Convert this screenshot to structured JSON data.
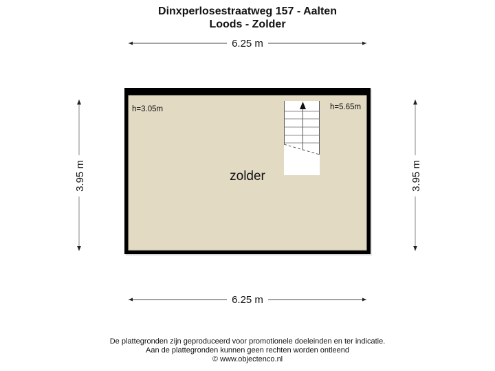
{
  "header": {
    "address": "Dinxperlosestraatweg 157 - Aalten",
    "floor": "Loods - Zolder"
  },
  "dimensions": {
    "top": "6.25 m",
    "bottom": "6.25 m",
    "left": "3.95 m",
    "right": "3.95 m"
  },
  "rooms": [
    {
      "name": "zolder"
    }
  ],
  "heights": {
    "left": "h=3.05m",
    "right": "h=5.65m"
  },
  "stairs": {
    "direction": "up",
    "treads": 5
  },
  "colors": {
    "wall": "#000000",
    "floor": "#e2dac3",
    "stair": "#ffffff",
    "dim_line": "#555555"
  },
  "footer": {
    "line1": "De plattegronden zijn geproduceerd voor promotionele doeleinden en ter indicatie.",
    "line2": "Aan de plattegronden kunnen geen rechten worden ontleend",
    "line3": "© www.objectenco.nl"
  }
}
